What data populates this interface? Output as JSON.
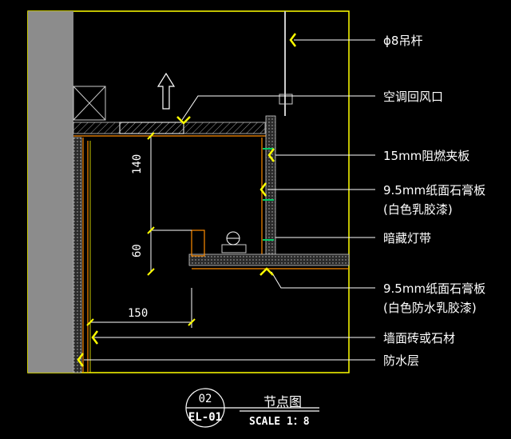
{
  "callouts": [
    {
      "id": "rod",
      "text": "ϕ8吊杆"
    },
    {
      "id": "return-vent",
      "text": "空调回风口"
    },
    {
      "id": "fire-board",
      "text": "15mm阻燃夹板"
    },
    {
      "id": "gypsum-1a",
      "text": "9.5mm纸面石膏板"
    },
    {
      "id": "gypsum-1b",
      "text": "(白色乳胶漆)"
    },
    {
      "id": "hidden-light",
      "text": "暗藏灯带"
    },
    {
      "id": "gypsum-2a",
      "text": "9.5mm纸面石膏板"
    },
    {
      "id": "gypsum-2b",
      "text": "(白色防水乳胶漆)"
    },
    {
      "id": "wall-tile",
      "text": "墙面砖或石材"
    },
    {
      "id": "waterproof",
      "text": "防水层"
    }
  ],
  "dimensions": {
    "d140": "140",
    "d60": "60",
    "d150": "150"
  },
  "title_block": {
    "number": "02",
    "sheet": "EL-01",
    "name": "节点图",
    "scale": "SCALE 1：8"
  },
  "colors": {
    "background": "#000000",
    "frame": "#ffff00",
    "leader": "#ffffff",
    "wall": "#8c8c8c",
    "hatch": "#9a9a9a",
    "panel_edge": "#ff8c00",
    "board": "#00cc66",
    "text": "#ffffff"
  }
}
